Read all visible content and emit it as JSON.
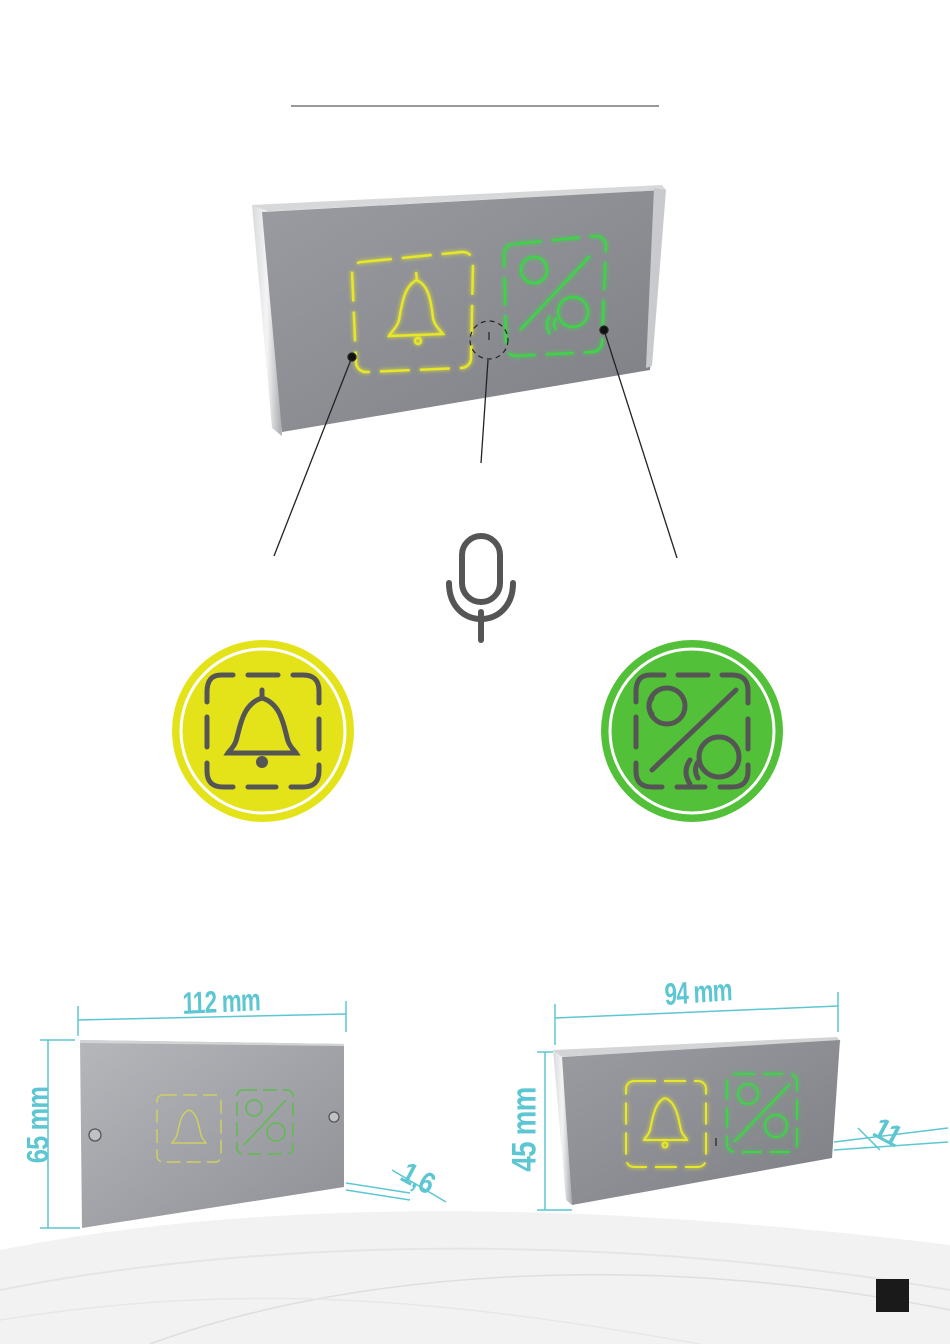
{
  "document": {
    "title": "",
    "colors": {
      "yellow_led": "#e4e31a",
      "green_led": "#52c038",
      "plate_gray": "#8f9196",
      "dimension_cyan": "#5cc6d3",
      "icon_dark": "#555555"
    },
    "callouts": [
      {
        "name": "call-button",
        "icon": "bell-icon",
        "color": "yellow"
      },
      {
        "name": "microphone",
        "icon": "microphone-icon",
        "color": "gray"
      },
      {
        "name": "speech-indicator",
        "icon": "talk-listen-icon",
        "color": "green"
      }
    ],
    "dimensions": {
      "front_plate": {
        "width": "112 mm",
        "height": "65 mm",
        "thickness": "1,6"
      },
      "body": {
        "width": "94 mm",
        "height": "45 mm",
        "depth": "11"
      }
    }
  }
}
